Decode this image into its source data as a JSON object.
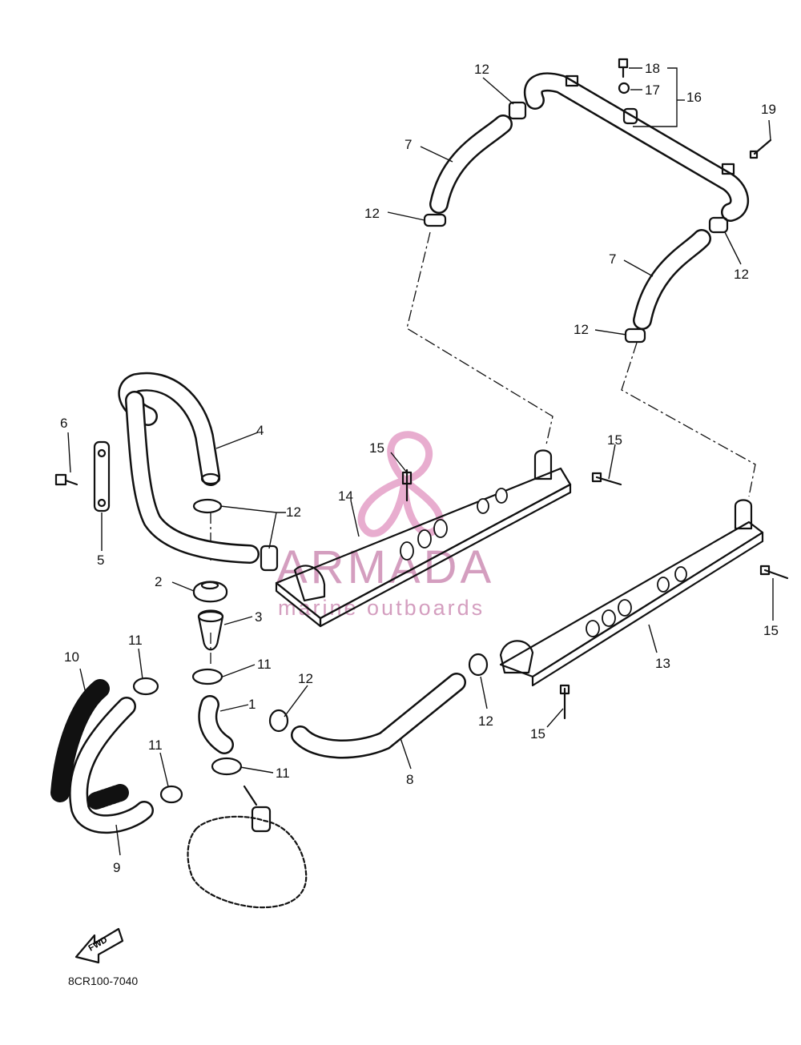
{
  "diagram": {
    "callouts": [
      "1",
      "2",
      "3",
      "4",
      "5",
      "6",
      "7",
      "8",
      "9",
      "10",
      "11",
      "12",
      "13",
      "14",
      "15",
      "16",
      "17",
      "18",
      "19"
    ],
    "fwd_arrow_text": "FWD",
    "drawing_code": "8CR100-7040"
  },
  "watermark": {
    "brand": "ARMADA",
    "tagline": "marine outboards",
    "color": "#b04e8a"
  }
}
